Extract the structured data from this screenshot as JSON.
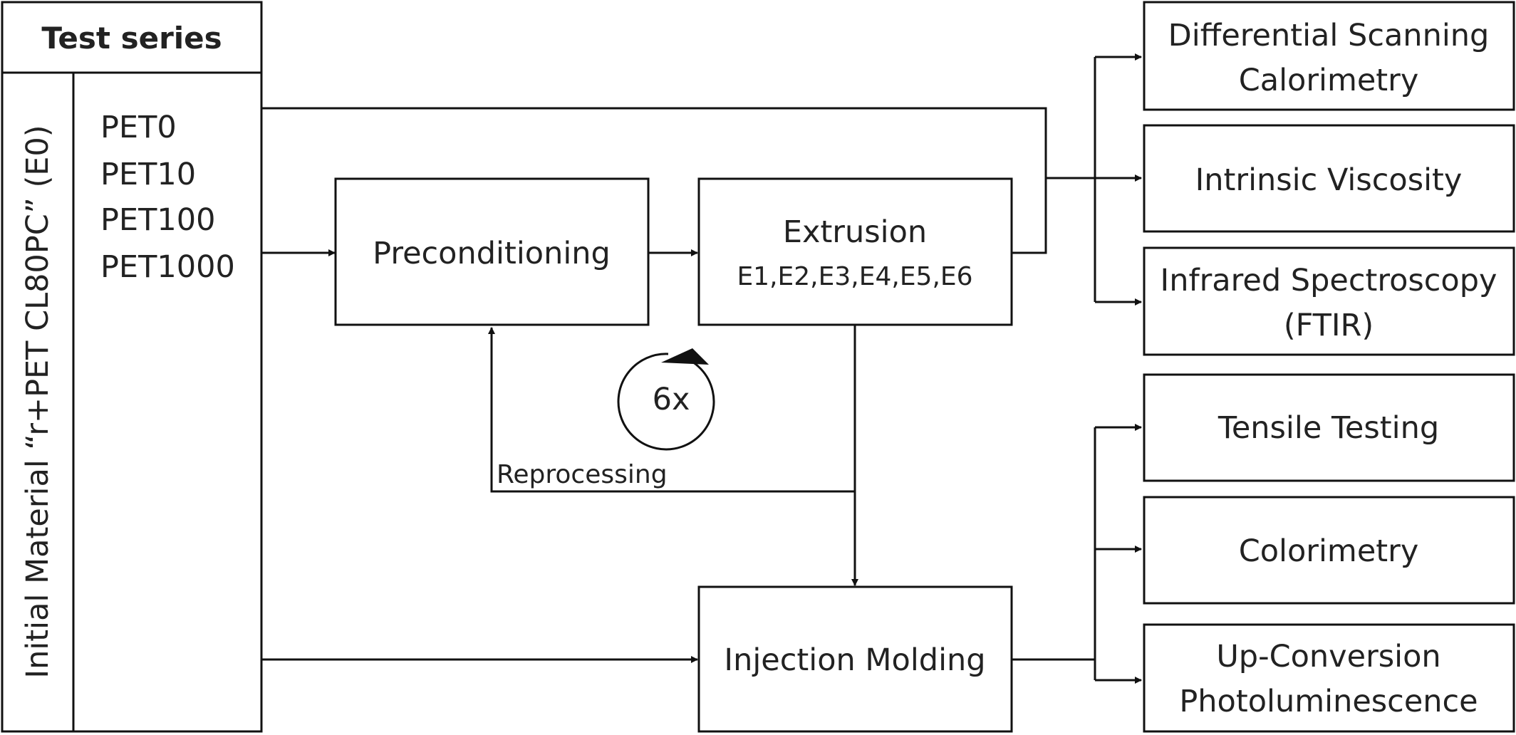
{
  "test_series": {
    "title": "Test series",
    "initial_material": "Initial Material “r+PET CL80PC” (E0)",
    "samples": [
      "PET0",
      "PET10",
      "PET100",
      "PET1000"
    ]
  },
  "process": {
    "preconditioning": "Preconditioning",
    "extrusion": "Extrusion",
    "extrusion_steps": "E1,E2,E3,E4,E5,E6",
    "repeat_count": "6x",
    "reprocessing": "Reprocessing",
    "injection_molding": "Injection Molding"
  },
  "analyses_extrudate": {
    "dsc": [
      "Differential Scanning",
      "Calorimetry"
    ],
    "viscosity": "Intrinsic Viscosity",
    "ftir": [
      "Infrared Spectroscopy",
      "(FTIR)"
    ]
  },
  "analyses_molded": {
    "tensile": "Tensile Testing",
    "colorimetry": "Colorimetry",
    "upconversion": [
      "Up-Conversion",
      "Photoluminescence"
    ]
  }
}
